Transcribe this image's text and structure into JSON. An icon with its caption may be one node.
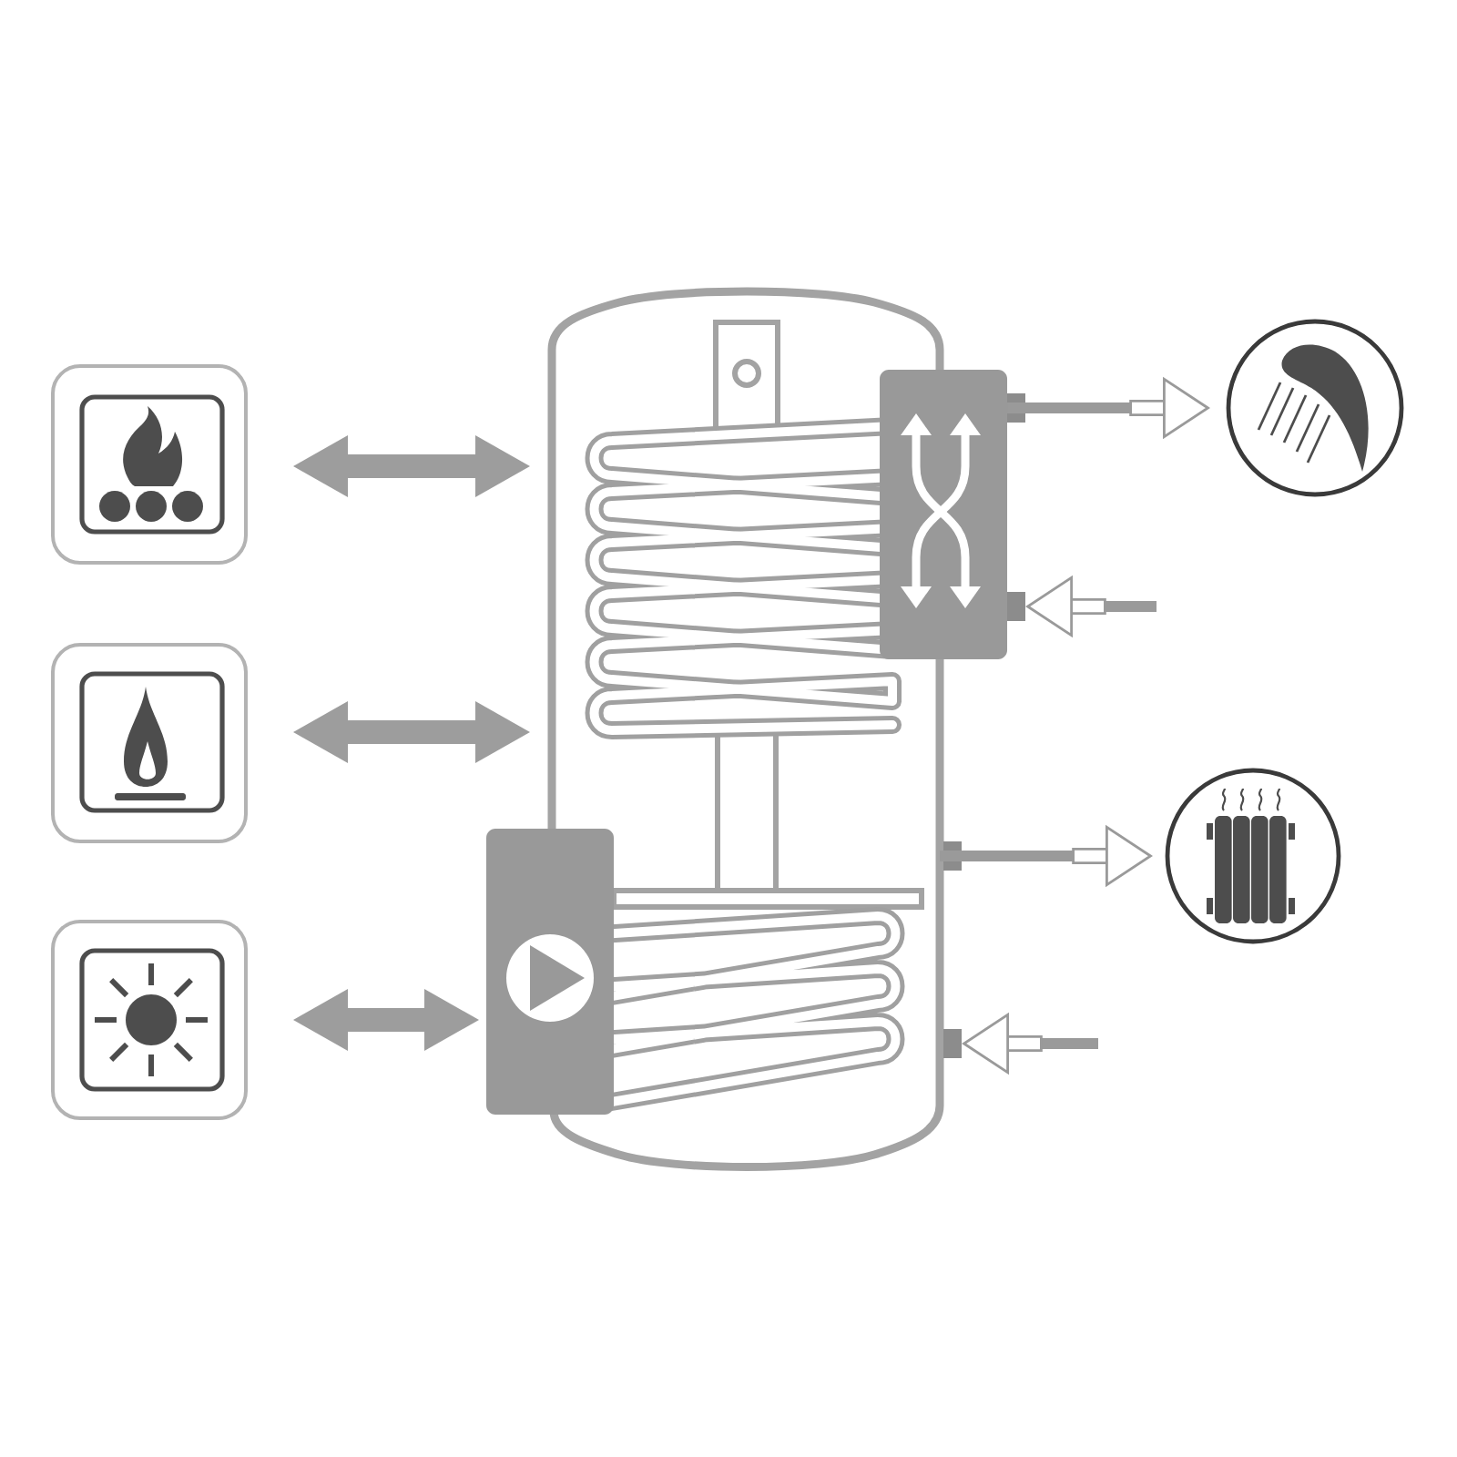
{
  "diagram": {
    "nodes": [
      {
        "text": [],
        "shape": "picture"
      },
      {
        "text": [],
        "shape": "picture"
      },
      {
        "text": [],
        "shape": "picture"
      },
      {
        "text": [],
        "shape": "cylinder"
      },
      {
        "text": [],
        "shape": "box"
      },
      {
        "text": [],
        "shape": "box"
      },
      {
        "text": [],
        "shape": "picture"
      },
      {
        "text": [],
        "shape": "picture"
      }
    ],
    "edges": [
      {
        "from": 0,
        "to": 3,
        "arrow": "both",
        "style": "thick"
      },
      {
        "from": 1,
        "to": 3,
        "arrow": "both",
        "style": "thick"
      },
      {
        "from": 2,
        "to": 5,
        "arrow": "both",
        "style": "thick"
      },
      {
        "from": 4,
        "to": 6,
        "arrow": "to"
      },
      {
        "from": null,
        "to": 4,
        "arrow": "to"
      },
      {
        "from": 3,
        "to": 7,
        "arrow": "to"
      },
      {
        "from": null,
        "to": 3,
        "arrow": "to"
      }
    ]
  }
}
